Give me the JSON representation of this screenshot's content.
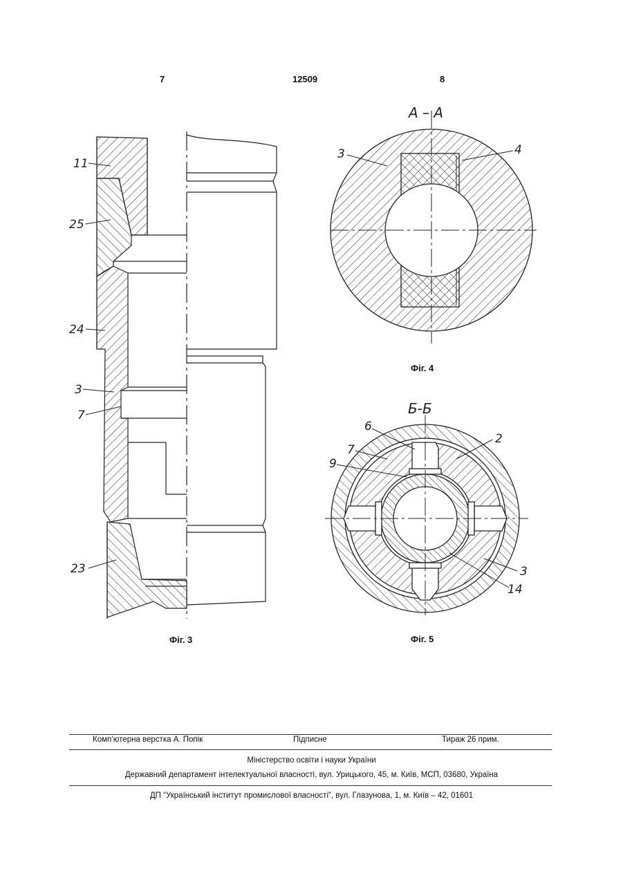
{
  "header": {
    "left_page": "7",
    "patent_number": "12509",
    "right_page": "8"
  },
  "figures": {
    "fig3": {
      "caption": "Фіг. 3",
      "labels": [
        "11",
        "25",
        "24",
        "3",
        "7",
        "23"
      ]
    },
    "fig4": {
      "caption": "Фіг. 4",
      "section": "А – А",
      "labels": [
        "3",
        "4"
      ]
    },
    "fig5": {
      "caption": "Фіг. 5",
      "section": "Б-Б",
      "labels": [
        "6",
        "2",
        "7",
        "9",
        "3",
        "14"
      ]
    }
  },
  "footer": {
    "typesetting": "Комп’ютерна верстка А. Попік",
    "signed": "Підписне",
    "print_run": "Тираж 26 прим.",
    "ministry": "Міністерство освіти і науки України",
    "department": "Державний департамент інтелектуальної власності, вул. Урицького, 45, м. Київ, МСП, 03680, Україна",
    "institute": "ДП “Український інститут промислової власності”, вул. Глазунова, 1, м. Київ – 42, 01601"
  }
}
